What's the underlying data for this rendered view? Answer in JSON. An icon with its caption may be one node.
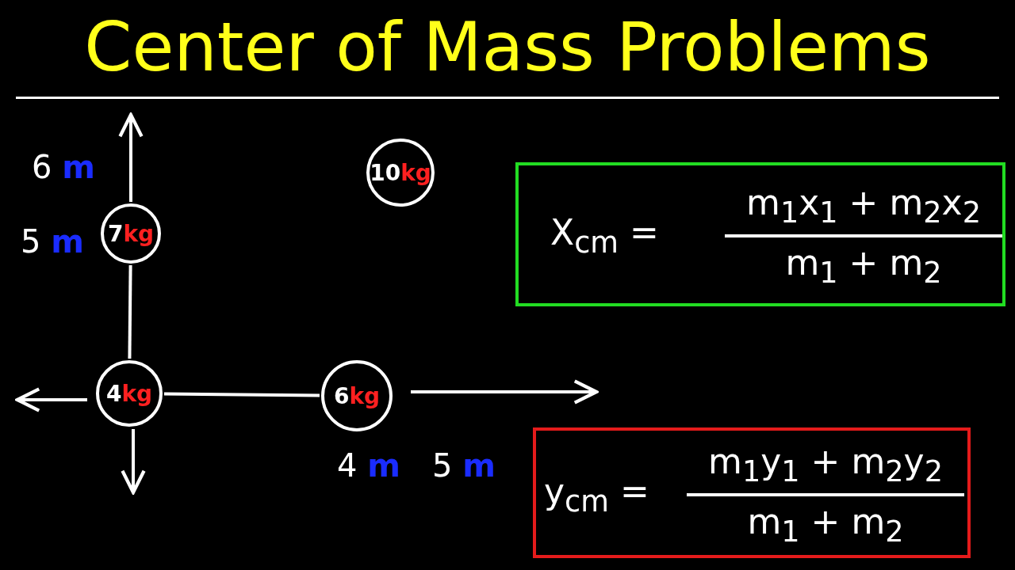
{
  "diagram": {
    "title": "Center of Mass Problems",
    "nodes": [
      {
        "text": [
          "7kg"
        ]
      },
      {
        "text": [
          "10kg"
        ]
      },
      {
        "text": [
          "X$_{cm}$ =",
          "m$_{1}$x$_{1}$ + m$_{2}$x$_{2}$",
          "m$_{1}$ + m$_{2}$"
        ]
      },
      {
        "text": [
          "4kg"
        ]
      },
      {
        "text": [
          "6kg"
        ]
      },
      {
        "text": [
          "y$_{cm}$ =",
          "m$_{1}$y$_{1}$ + m$_{2}$y$_{2}$",
          "m$_{1}$ + m$_{2}$"
        ]
      }
    ],
    "edges": [
      {
        "from": 0,
        "to": 3,
        "arrow": "none"
      },
      {
        "from": 3,
        "to": 4,
        "arrow": "none"
      }
    ],
    "labels": [
      "6 m",
      "5 m",
      "4 m",
      "5 m"
    ]
  }
}
